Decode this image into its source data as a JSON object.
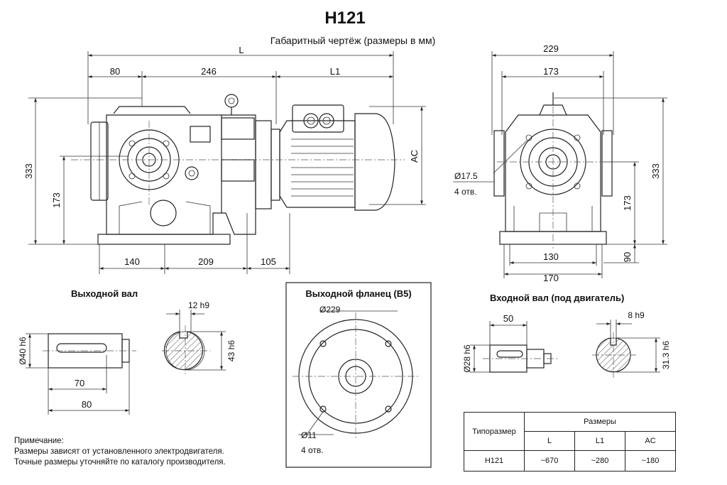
{
  "title": "H121",
  "subtitle": "Габаритный чертёж (размеры в мм)",
  "main_view": {
    "dims": {
      "L": "L",
      "d80": "80",
      "d246": "246",
      "L1": "L1",
      "d333": "333",
      "d173": "173",
      "AC": "AC",
      "d140": "140",
      "d209": "209",
      "d105": "105"
    }
  },
  "side_view": {
    "dims": {
      "d229": "229",
      "d173": "173",
      "d333": "333",
      "d173b": "173",
      "d90": "90",
      "d130": "130",
      "d170": "170",
      "hole_d": "Ø17.5",
      "hole_n": "4 отв."
    }
  },
  "output_shaft": {
    "title": "Выходной вал",
    "dims": {
      "dia": "Ø40 h6",
      "d70": "70",
      "d80": "80",
      "key": "12 h9",
      "h": "43 h6"
    }
  },
  "flange": {
    "title": "Выходной фланец (B5)",
    "dims": {
      "d229": "Ø229",
      "hole_d": "Ø11",
      "hole_n": "4 отв."
    }
  },
  "input_shaft": {
    "title": "Входной вал (под двигатель)",
    "dims": {
      "d50": "50",
      "dia": "Ø28 h6",
      "key": "8 h9",
      "h": "31.3 h6"
    }
  },
  "note": {
    "heading": "Примечание:",
    "line1": "Размеры зависят от установленного электродвигателя.",
    "line2": "Точные размеры уточняйте по каталогу производителя."
  },
  "table": {
    "col_type": "Типоразмер",
    "col_group": "Размеры",
    "headers": [
      "L",
      "L1",
      "AC"
    ],
    "rows": [
      {
        "type": "H121",
        "values": [
          "~670",
          "~280",
          "~180"
        ]
      }
    ]
  }
}
